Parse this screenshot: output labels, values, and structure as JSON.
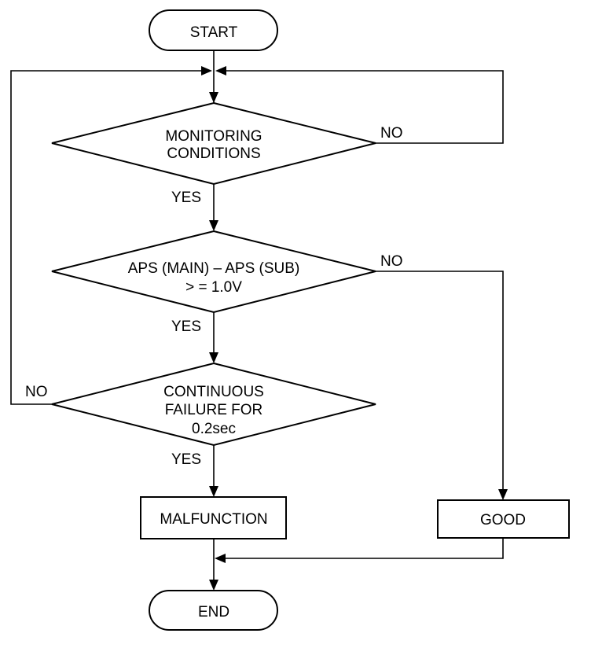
{
  "flowchart": {
    "start": "START",
    "end": "END",
    "decision_monitoring": {
      "line1": "MONITORING",
      "line2": "CONDITIONS"
    },
    "decision_aps": {
      "line1": "APS (MAIN) – APS (SUB)",
      "line2": "> = 1.0V"
    },
    "decision_continuous": {
      "line1": "CONTINUOUS",
      "line2": "FAILURE FOR",
      "line3": "0.2sec"
    },
    "malfunction": "MALFUNCTION",
    "good": "GOOD",
    "labels": {
      "yes": "YES",
      "no": "NO"
    }
  }
}
